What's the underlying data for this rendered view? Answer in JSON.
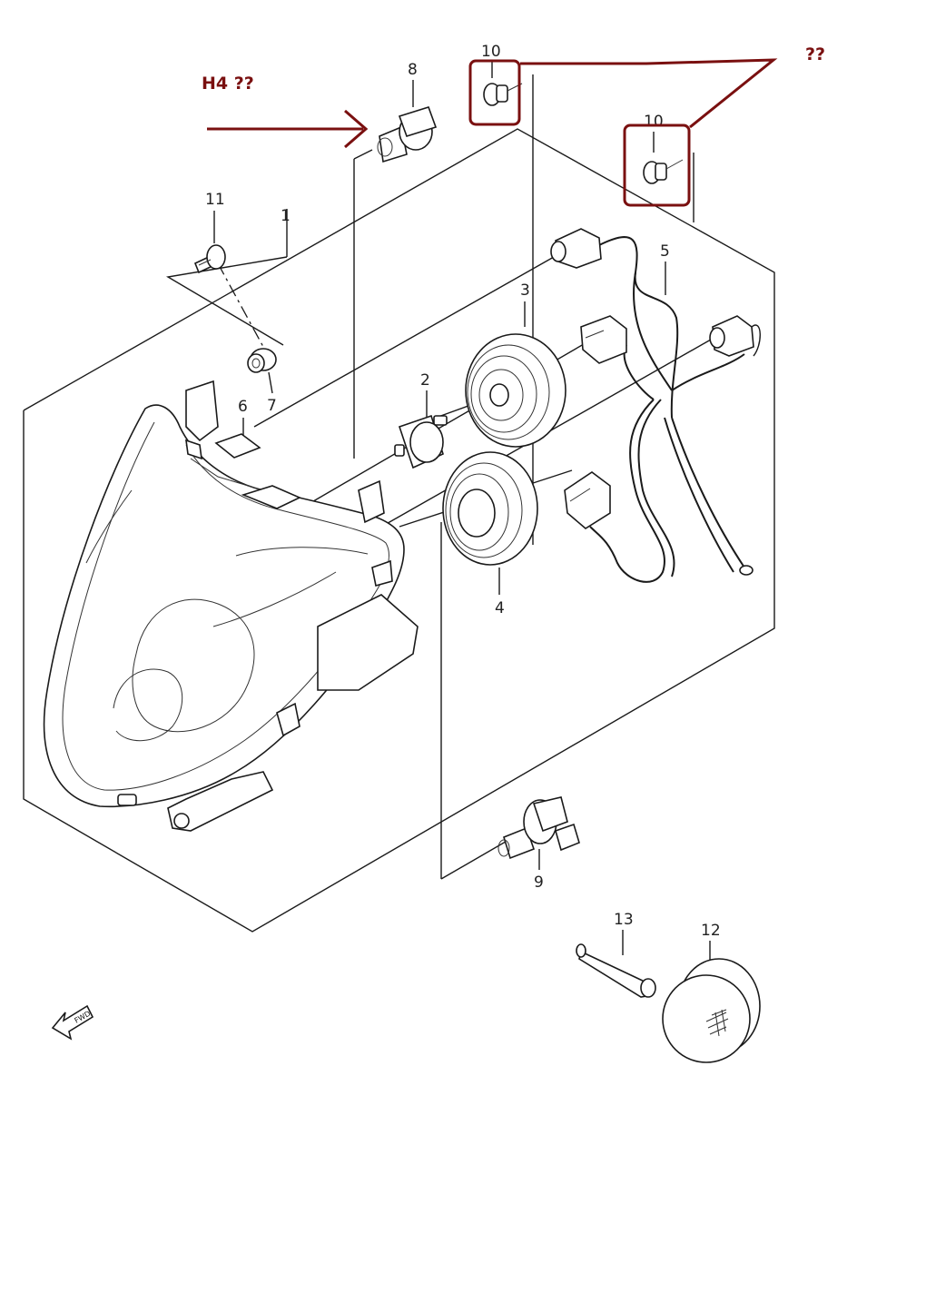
{
  "annotations": {
    "h4_label": "H4 ??",
    "question_label": "??",
    "color": "#7a1010"
  },
  "callouts": {
    "c1": "1",
    "c2": "2",
    "c3": "3",
    "c4": "4",
    "c5": "5",
    "c6": "6",
    "c7": "7",
    "c8": "8",
    "c9": "9",
    "c10a": "10",
    "c10b": "10",
    "c11": "11",
    "c12": "12",
    "c13": "13"
  },
  "fwd_label": "FWD"
}
